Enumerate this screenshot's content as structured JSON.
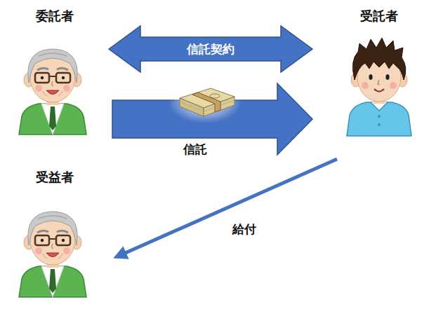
{
  "diagram": {
    "nodes": [
      {
        "text": [
          "委託者"
        ]
      },
      {
        "text": [
          "受託者"
        ]
      },
      {
        "text": [
          "受益者"
        ]
      }
    ],
    "edges": [
      {
        "from": 0,
        "to": 1,
        "arrow": "both",
        "label": "信託契約"
      },
      {
        "from": 0,
        "to": 1,
        "arrow": "to",
        "label": "信託"
      },
      {
        "from": 1,
        "to": 2,
        "arrow": "to",
        "label": "給付"
      }
    ]
  }
}
